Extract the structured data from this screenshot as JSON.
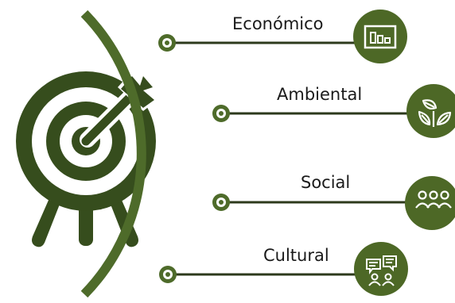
{
  "colors": {
    "arc": "#4e6b2a",
    "dark_green": "#364d1d",
    "circle_green": "#4d6826",
    "line": "#2d3a1c",
    "text": "#1a1a1a",
    "white": "#ffffff"
  },
  "items": [
    {
      "label": "Económico",
      "icon": "bar-chart-icon"
    },
    {
      "label": "Ambiental",
      "icon": "leaves-icon"
    },
    {
      "label": "Social",
      "icon": "people-group-icon"
    },
    {
      "label": "Cultural",
      "icon": "conversation-icon"
    }
  ],
  "hero_icon": "target-arrow-icon"
}
